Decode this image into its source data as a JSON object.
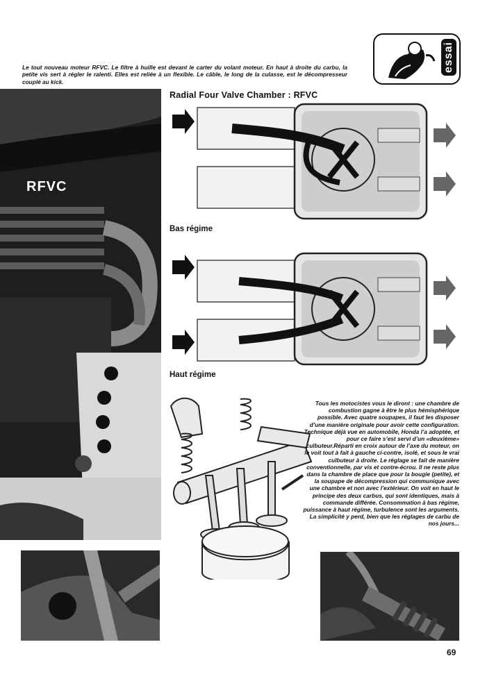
{
  "caption": {
    "text": "Le tout nouveau moteur RFVC. Le filtre à huille est devant le carter du volant moteur. En haut à droite du carbu, la petite vis sert à régler le ralenti. Elles est reliée à un flexible. Le câble, le long de la culasse, est le décompresseur couplé au kick."
  },
  "logo": {
    "word": "essai"
  },
  "photo": {
    "engine_label": "RFVC"
  },
  "diagram": {
    "title": "Radial Four Valve Chamber : RFVC",
    "low_label": "Bas régime",
    "high_label": "Haut régime"
  },
  "article": {
    "paragraph": "Tous les motocistes vous le diront : une chambre de combustion gagne à être le plus hémisphérique possible. Avec quatre soupapes, il faut les disposer d’une manière originale pour avoir cette configuration. Technique déjà vue en automobile, Honda l’a adoptée, et pour ce faire s’est servi d’un «deuxième» culbuteur.Réparti en croix autour de l’axe du moteur, on le voit tout à fait à gauche ci-contre, isolé, et sous le vrai culbuteur à droite. Le réglage se fait de manière conventionnelle, par vis et contre-écrou. Il ne reste plus dans la chambre de place que pour la bougie (petite), et la soupape de décompression qui communique avec une chambre et non avec l’extérieur. On voit en haut le principe des deux carbus, qui sont identiques, mais à commande différée. Consommation à bas régime, puissance à haut régime, turbulence sont les arguments. La simplicité y perd, bien que les réglages de carbu de nos jours..."
  },
  "page_number": "69"
}
